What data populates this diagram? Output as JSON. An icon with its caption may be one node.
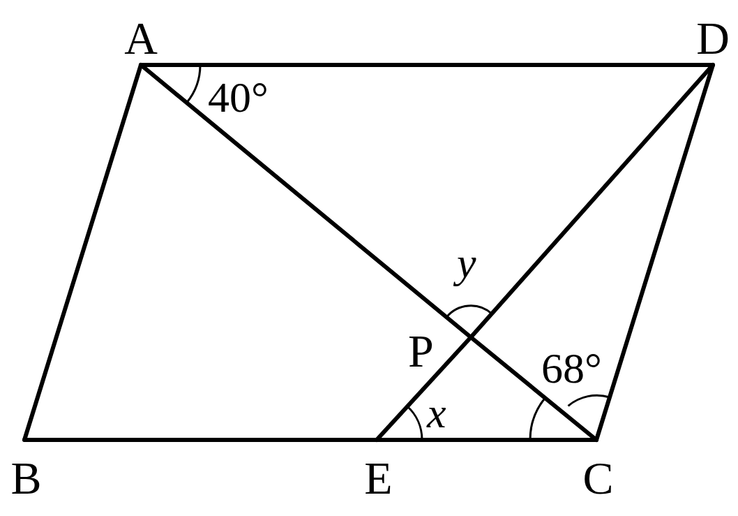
{
  "diagram": {
    "nodes": [
      {
        "text": [
          "A"
        ]
      },
      {
        "text": [
          "D"
        ]
      },
      {
        "text": [
          "P"
        ]
      },
      {
        "text": [
          "B"
        ]
      },
      {
        "text": [
          "E"
        ]
      },
      {
        "text": [
          "C"
        ]
      }
    ],
    "edges": [
      {
        "from": 0,
        "to": 1,
        "arrow": "none"
      },
      {
        "from": 0,
        "to": 3,
        "arrow": "none"
      },
      {
        "from": 3,
        "to": 4,
        "arrow": "none"
      },
      {
        "from": 4,
        "to": 5,
        "arrow": "none"
      },
      {
        "from": 5,
        "to": 1,
        "arrow": "none"
      },
      {
        "from": 0,
        "to": 2,
        "arrow": "none"
      },
      {
        "from": 2,
        "to": 5,
        "arrow": "none"
      },
      {
        "from": 1,
        "to": 2,
        "arrow": "none"
      },
      {
        "from": 2,
        "to": 4,
        "arrow": "none"
      }
    ],
    "labels": [
      "40°",
      "y",
      "68°",
      "x"
    ]
  }
}
